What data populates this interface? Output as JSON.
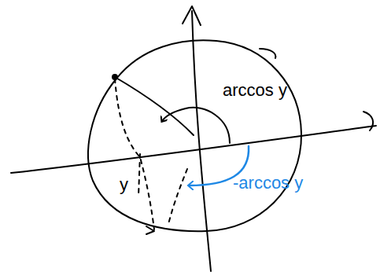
{
  "diagram": {
    "labels": [
      "arccos y",
      "-arccos y",
      "y"
    ]
  }
}
